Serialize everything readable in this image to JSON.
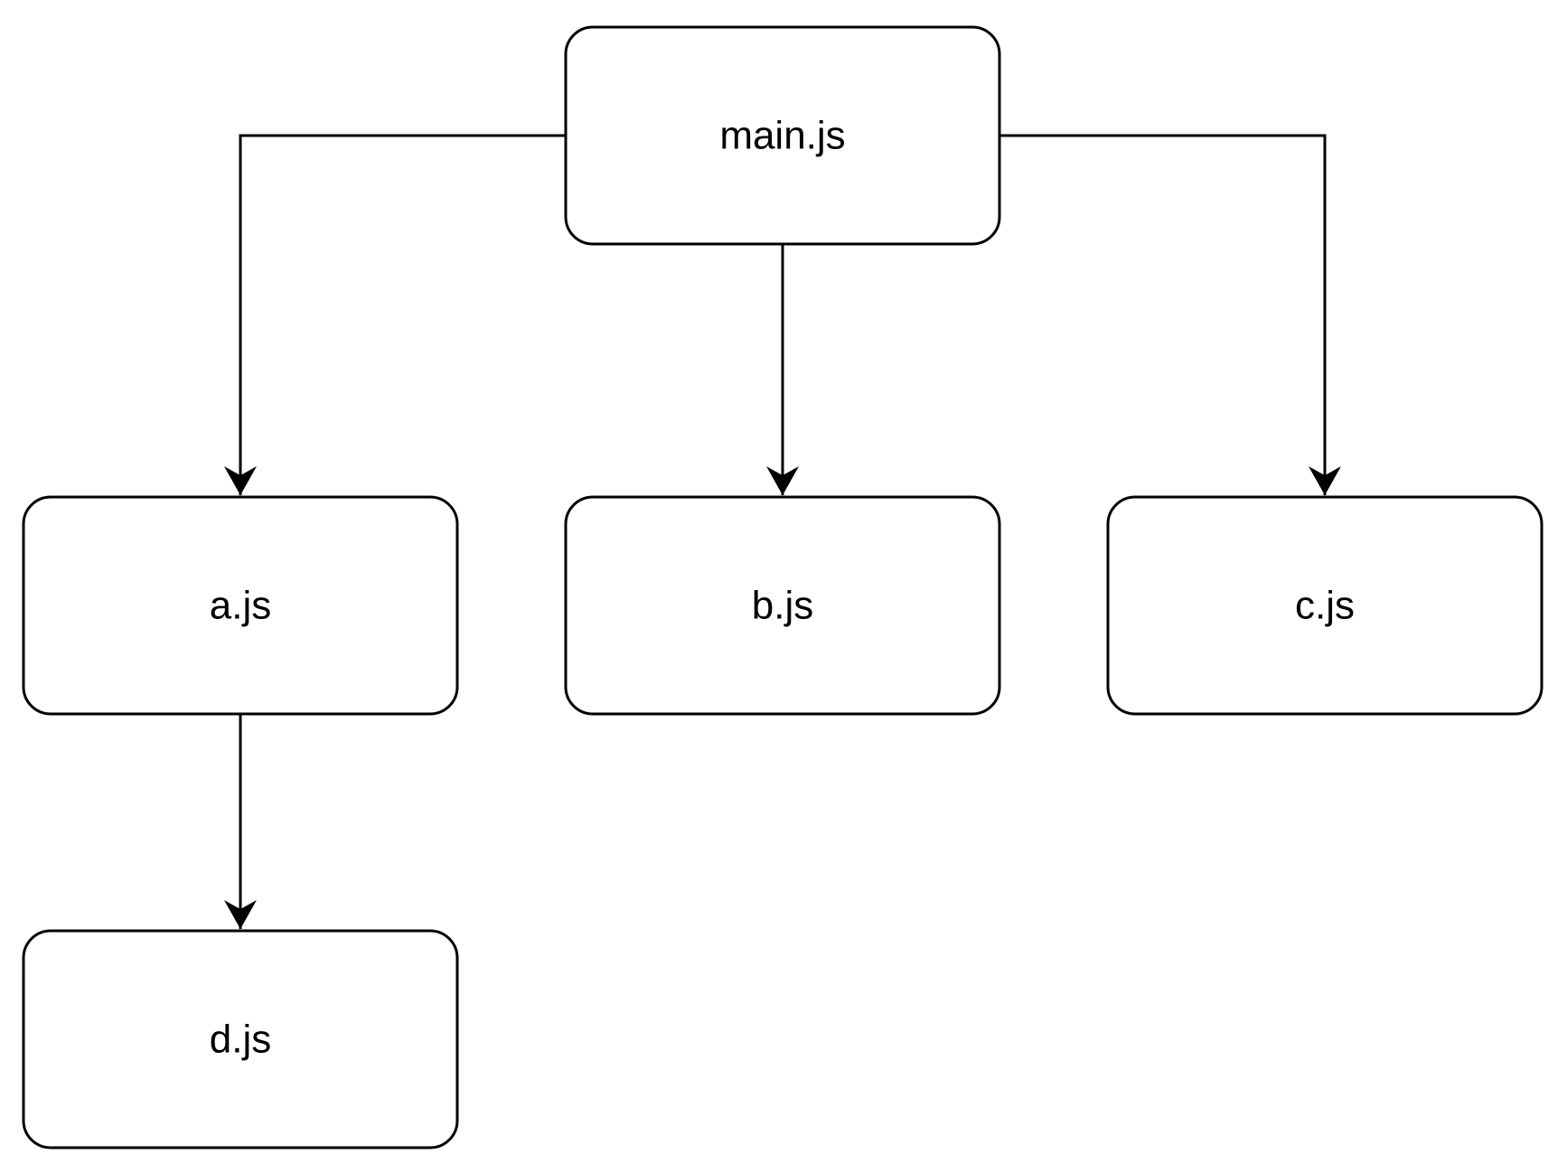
{
  "diagram": {
    "type": "tree",
    "nodes": [
      {
        "id": "main",
        "label": "main.js"
      },
      {
        "id": "a",
        "label": "a.js"
      },
      {
        "id": "b",
        "label": "b.js"
      },
      {
        "id": "c",
        "label": "c.js"
      },
      {
        "id": "d",
        "label": "d.js"
      }
    ],
    "edges": [
      {
        "from": "main",
        "to": "a"
      },
      {
        "from": "main",
        "to": "b"
      },
      {
        "from": "main",
        "to": "c"
      },
      {
        "from": "a",
        "to": "d"
      }
    ]
  },
  "colors": {
    "background": "#ffffff",
    "stroke": "#000000",
    "node_fill": "#ffffff",
    "text": "#000000"
  }
}
